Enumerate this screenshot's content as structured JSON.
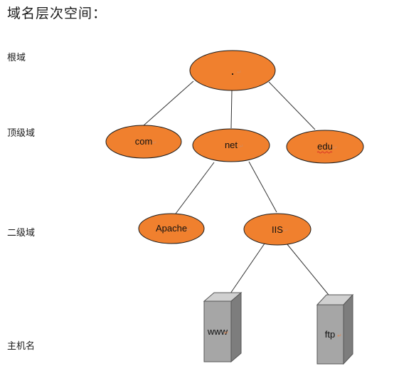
{
  "title": "域名层次空间：",
  "levels": {
    "root": "根域",
    "top": "顶级域",
    "second": "二级域",
    "host": "主机名"
  },
  "nodes": {
    "root": ".",
    "com": "com",
    "net": "net",
    "edu": "edu",
    "apache": "Apache",
    "iis": "IIS",
    "www": "www",
    "ftp": "ftp"
  },
  "return_mark": "↵",
  "colors": {
    "node_fill": "#f0802e",
    "node_stroke": "#1a1a1a",
    "host_fill": "#a6a6a6",
    "edge": "#333333"
  }
}
